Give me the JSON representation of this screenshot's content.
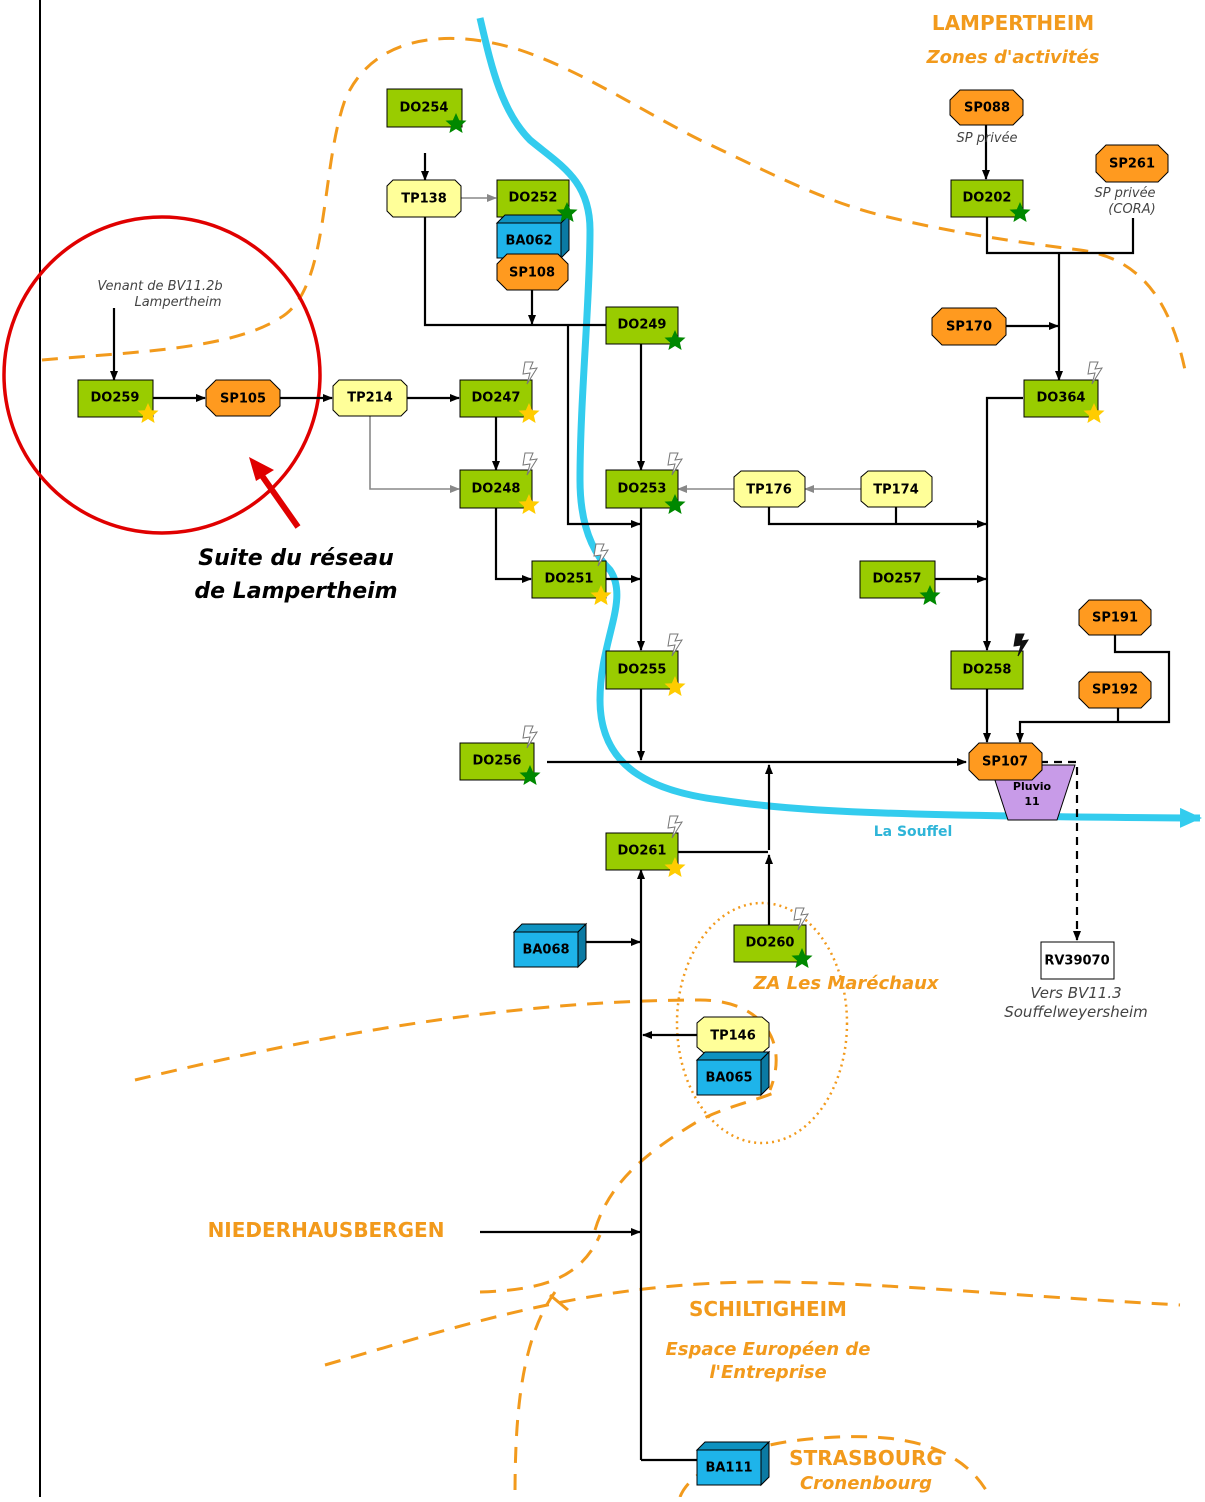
{
  "colors": {
    "do_station": "#99cc00",
    "sp_station": "#ff9a1f",
    "tp_station": "#ffff99",
    "ba_station": "#1eb4ea",
    "pluvio": "#c89be8",
    "river": "#33ccee",
    "zone_border": "#f29a1c",
    "highlight": "#e00000",
    "star_yellow": "#ffcc00",
    "star_green": "#008800"
  },
  "zones": {
    "lampertheim": "LAMPERTHEIM",
    "lampertheim_sub": "Zones d'activités",
    "niederhausbergen": "NIEDERHAUSBERGEN",
    "schiltigheim": "SCHILTIGHEIM",
    "schiltigheim_sub_1": "Espace Européen de",
    "schiltigheim_sub_2": "l'Entreprise",
    "strasbourg": "STRASBOURG",
    "strasbourg_sub": "Cronenbourg",
    "za_marechaux": "ZA Les Maréchaux"
  },
  "river": {
    "name": "La Souffel"
  },
  "nodes": {
    "DO254": "DO254",
    "TP138": "TP138",
    "DO252": "DO252",
    "BA062": "BA062",
    "SP108": "SP108",
    "DO259": "DO259",
    "SP105": "SP105",
    "TP214": "TP214",
    "DO247": "DO247",
    "DO248": "DO248",
    "DO249": "DO249",
    "DO253": "DO253",
    "DO251": "DO251",
    "DO255": "DO255",
    "DO256": "DO256",
    "DO261": "DO261",
    "BA068": "BA068",
    "DO260": "DO260",
    "TP146": "TP146",
    "BA065": "BA065",
    "BA111": "BA111",
    "SP088": "SP088",
    "DO202": "DO202",
    "SP261": "SP261",
    "SP170": "SP170",
    "DO364": "DO364",
    "TP176": "TP176",
    "TP174": "TP174",
    "DO257": "DO257",
    "DO258": "DO258",
    "SP191": "SP191",
    "SP192": "SP192",
    "SP107": "SP107",
    "RV39070": "RV39070",
    "pluvio_1": "Pluvio",
    "pluvio_2": "11"
  },
  "notes": {
    "venant_1": "Venant de BV11.2b",
    "venant_2": "Lampertheim",
    "sp088_note": "SP privée",
    "sp261_note_1": "SP privée",
    "sp261_note_2": "(CORA)",
    "vers_1": "Vers BV11.3",
    "vers_2": "Souffelweyersheim"
  },
  "annotation": {
    "line_1": "Suite du réseau",
    "line_2": "de Lampertheim"
  }
}
